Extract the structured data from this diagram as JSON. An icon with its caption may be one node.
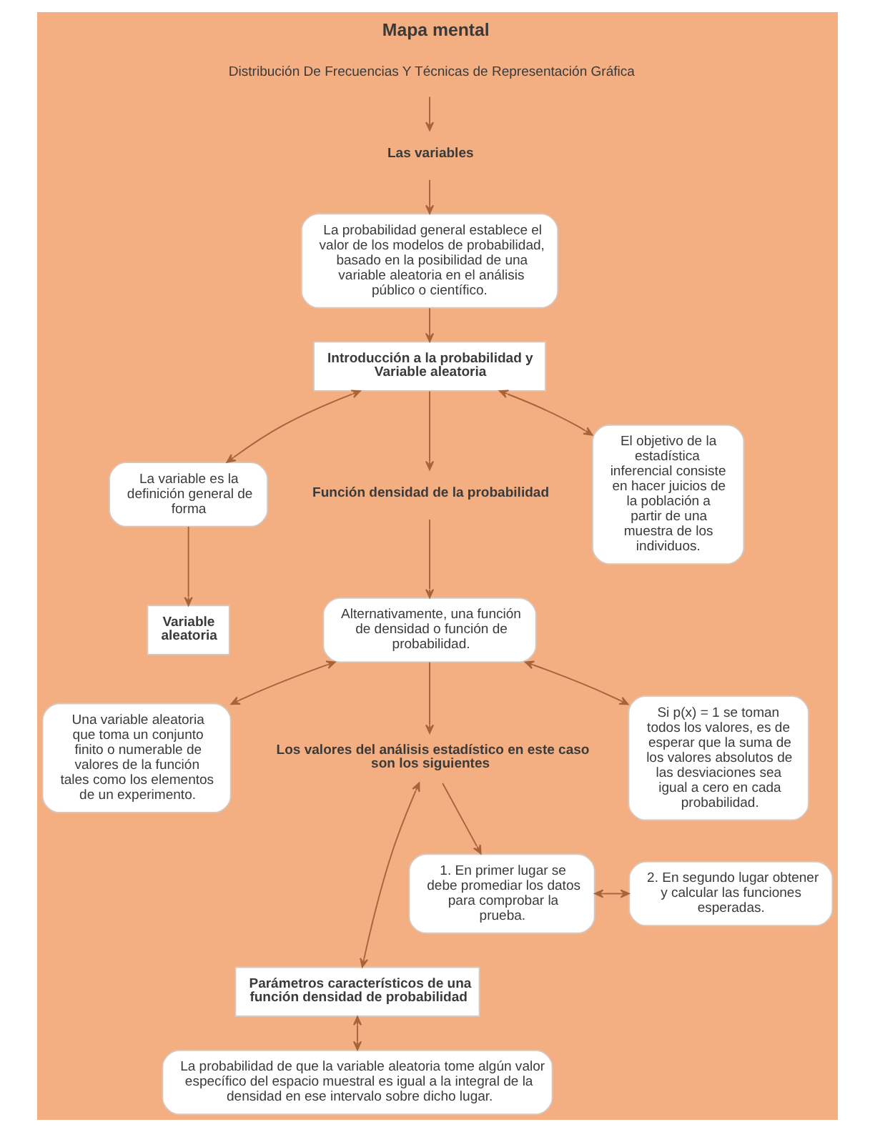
{
  "diagram": {
    "title": "Mapa mental",
    "nodes": [
      {
        "text": [
          "Distribución De Frecuencias Y Técnicas de Representación Gráfica"
        ]
      },
      {
        "text": [
          "Las variables"
        ]
      },
      {
        "text": [
          "La probabilidad general establece el valor de los modelos de probabilidad, basado en la posibilidad de una variable aleatoria en el análisis público o científico."
        ]
      },
      {
        "text": [
          "Introducción a la probabilidad y Variable aleatoria"
        ]
      },
      {
        "text": [
          "La variable es la definición general de forma"
        ]
      },
      {
        "text": [
          "Función densidad de la probabilidad"
        ]
      },
      {
        "text": [
          "El objetivo de la estadística inferencial consiste en hacer juicios de la población a partir de una muestra de los individuos."
        ]
      },
      {
        "text": [
          "Variable aleatoria"
        ]
      },
      {
        "text": [
          "Alternativamente, una función de densidad o función de probabilidad."
        ]
      },
      {
        "text": [
          "Una variable aleatoria que toma un conjunto finito o numerable de valores de la función tales como los elementos de un experimento."
        ]
      },
      {
        "text": [
          "Los valores del análisis estadístico en este caso son los siguientes"
        ]
      },
      {
        "text": [
          "Si p(x) = 1 se toman todos los valores, es de esperar que la suma de los valores absolutos de las desviaciones sea igual a cero en cada probabilidad."
        ]
      },
      {
        "text": [
          "1. En primer lugar se debe promediar los datos para comprobar la prueba."
        ]
      },
      {
        "text": [
          "2. En segundo lugar obtener y calcular las funciones esperadas."
        ]
      },
      {
        "text": [
          "Parámetros característicos de una función densidad de probabilidad"
        ]
      },
      {
        "text": [
          "La probabilidad de que la variable aleatoria tome algún valor específico del espacio muestral es igual a la integral de la densidad en ese intervalo sobre dicho lugar."
        ]
      }
    ],
    "edges": [
      {
        "from": 0,
        "to": 1,
        "arrow": "to"
      },
      {
        "from": 1,
        "to": 2,
        "arrow": "to"
      },
      {
        "from": 2,
        "to": 3,
        "arrow": "to"
      },
      {
        "from": 3,
        "to": 4,
        "arrow": "both"
      },
      {
        "from": 3,
        "to": 6,
        "arrow": "both"
      },
      {
        "from": 3,
        "to": 5,
        "arrow": "to"
      },
      {
        "from": 4,
        "to": 7,
        "arrow": "to"
      },
      {
        "from": 5,
        "to": 8,
        "arrow": "to"
      },
      {
        "from": 8,
        "to": 9,
        "arrow": "both"
      },
      {
        "from": 8,
        "to": 11,
        "arrow": "both"
      },
      {
        "from": 8,
        "to": 10,
        "arrow": "to"
      },
      {
        "from": 10,
        "to": 14,
        "arrow": "both"
      },
      {
        "from": 10,
        "to": 12,
        "arrow": "to"
      },
      {
        "from": 12,
        "to": 13,
        "arrow": "both"
      },
      {
        "from": 14,
        "to": 15,
        "arrow": "both"
      }
    ]
  }
}
